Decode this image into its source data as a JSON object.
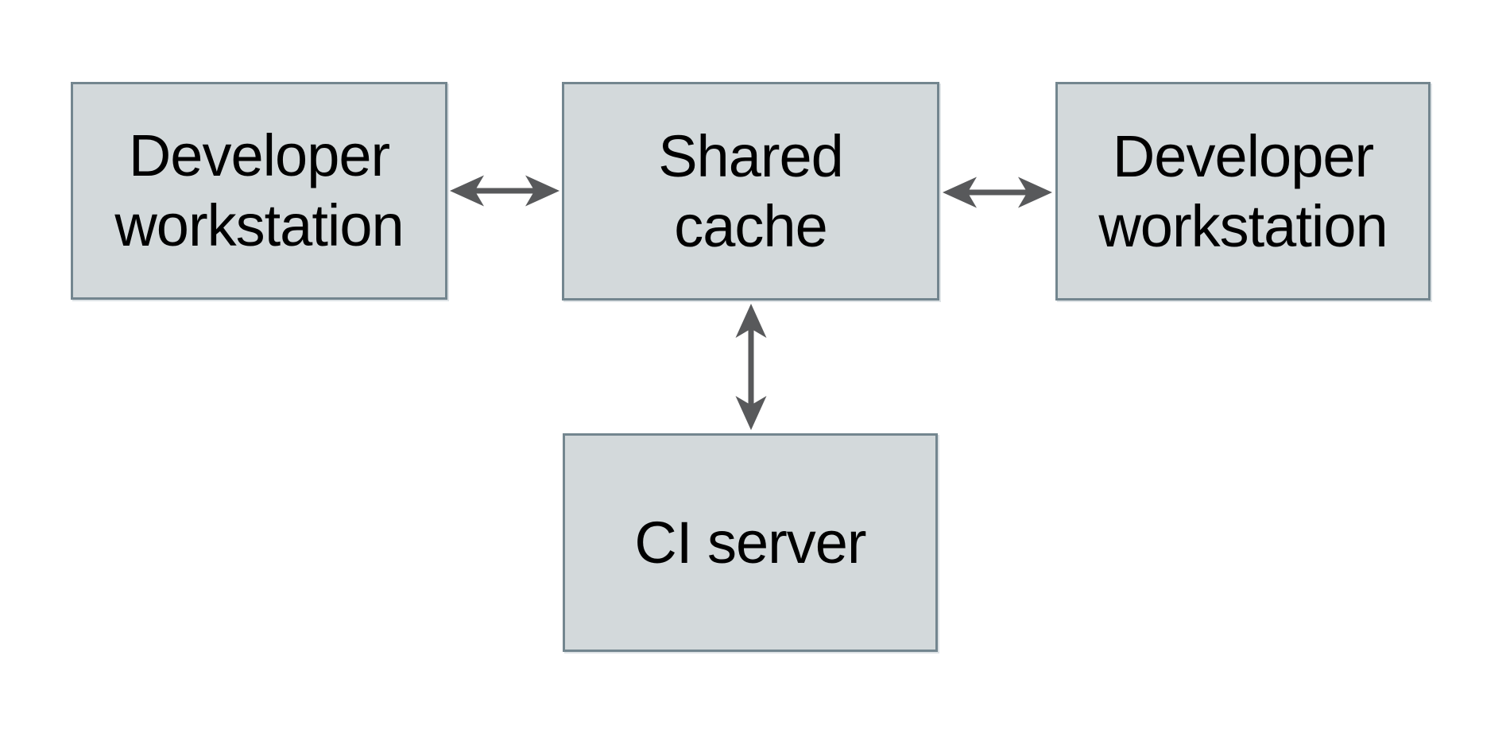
{
  "diagram": {
    "background": "#ffffff",
    "node_fill": "#d3d9db",
    "node_border": "#73868f",
    "arrow_color": "#58595b",
    "text_color": "#000000"
  },
  "nodes": {
    "left_workstation": {
      "line1": "Developer",
      "line2": "workstation"
    },
    "shared_cache": {
      "line1": "Shared",
      "line2": "cache"
    },
    "right_workstation": {
      "line1": "Developer",
      "line2": "workstation"
    },
    "ci_server": {
      "line1": "CI server"
    }
  },
  "connections": [
    {
      "from": "left_workstation",
      "to": "shared_cache",
      "type": "bidirectional"
    },
    {
      "from": "shared_cache",
      "to": "right_workstation",
      "type": "bidirectional"
    },
    {
      "from": "shared_cache",
      "to": "ci_server",
      "type": "bidirectional"
    }
  ]
}
